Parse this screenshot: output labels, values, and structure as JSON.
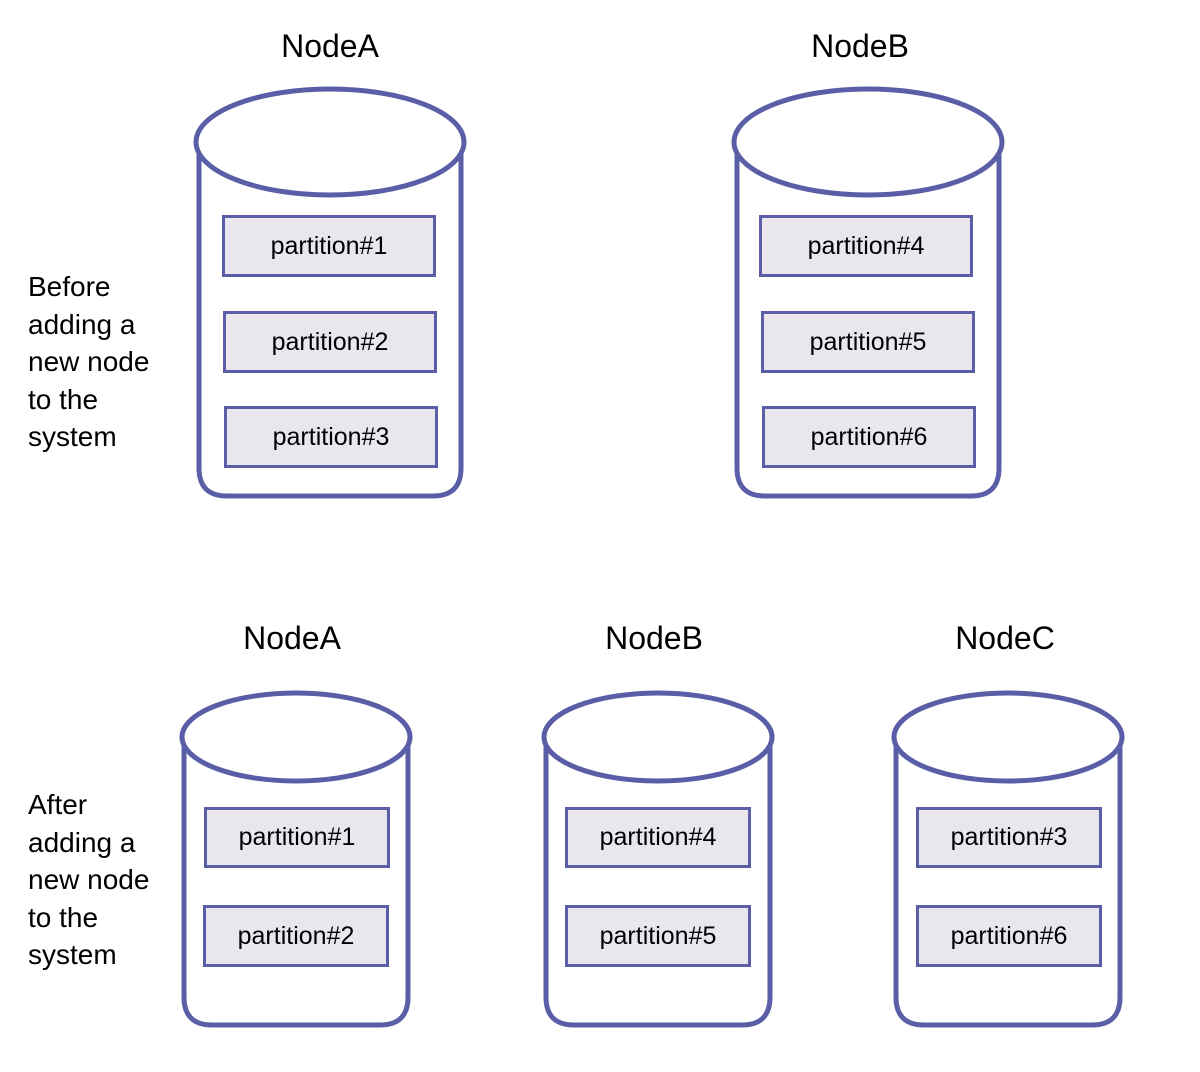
{
  "colors": {
    "outline": "#5a5ea6",
    "partition_fill": "#e9e6ee",
    "background": "#ffffff"
  },
  "before": {
    "caption": "Before\nadding a\nnew node\nto the\nsystem",
    "nodes": [
      {
        "label": "NodeA",
        "partitions": [
          "partition#1",
          "partition#2",
          "partition#3"
        ]
      },
      {
        "label": "NodeB",
        "partitions": [
          "partition#4",
          "partition#5",
          "partition#6"
        ]
      }
    ]
  },
  "after": {
    "caption": " After\nadding a\nnew node\nto the\nsystem",
    "nodes": [
      {
        "label": "NodeA",
        "partitions": [
          "partition#1",
          "partition#2"
        ]
      },
      {
        "label": "NodeB",
        "partitions": [
          "partition#4",
          "partition#5"
        ]
      },
      {
        "label": "NodeC",
        "partitions": [
          "partition#3",
          "partition#6"
        ]
      }
    ]
  }
}
